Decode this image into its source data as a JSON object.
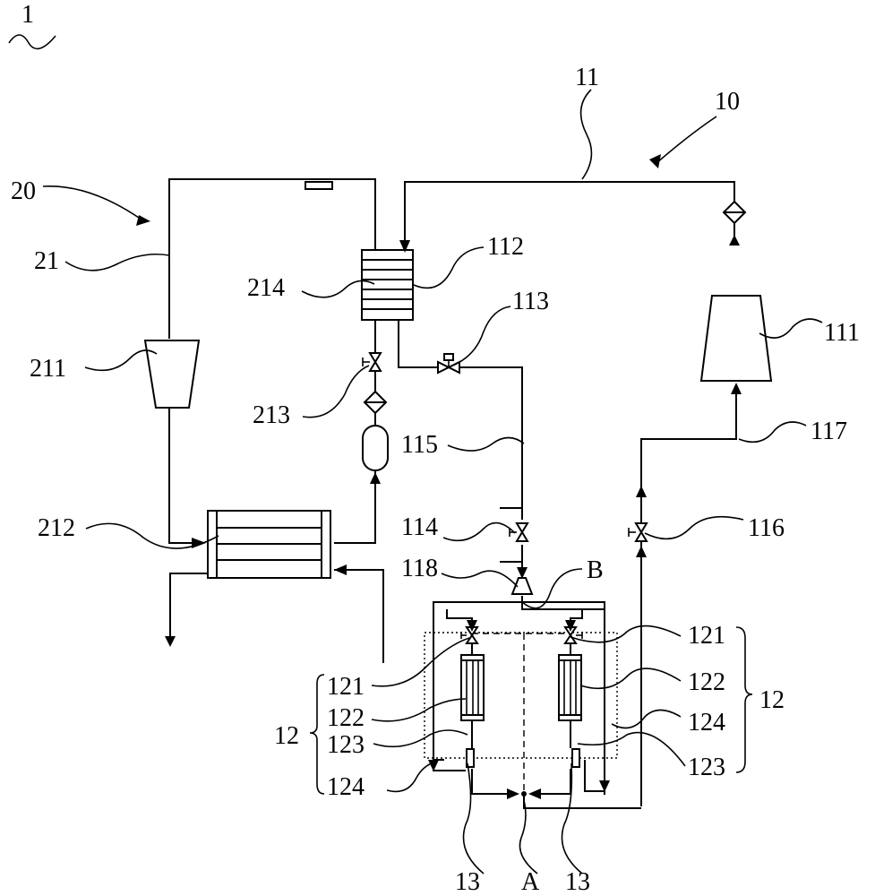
{
  "labels": {
    "system": "1",
    "circuit_10": "10",
    "pipe_11": "11",
    "circuit_20": "20",
    "pipe_21": "21",
    "compressor_111": "111",
    "hx_112": "112",
    "valve_113": "113",
    "valve_114": "114",
    "pipe_115": "115",
    "valve_116": "116",
    "pipe_117": "117",
    "part_118": "118",
    "point_b": "B",
    "point_a": "A",
    "valve_121_left": "121",
    "valve_121_right": "121",
    "hx_122_left": "122",
    "hx_122_right": "122",
    "sensor_123_left": "123",
    "sensor_123_right": "123",
    "pipe_124_left": "124",
    "pipe_124_right": "124",
    "group_12_left": "12",
    "group_12_right": "12",
    "part_13_left": "13",
    "part_13_right": "13",
    "compressor_211": "211",
    "hx_212": "212",
    "valve_213": "213",
    "hx_214": "214"
  }
}
